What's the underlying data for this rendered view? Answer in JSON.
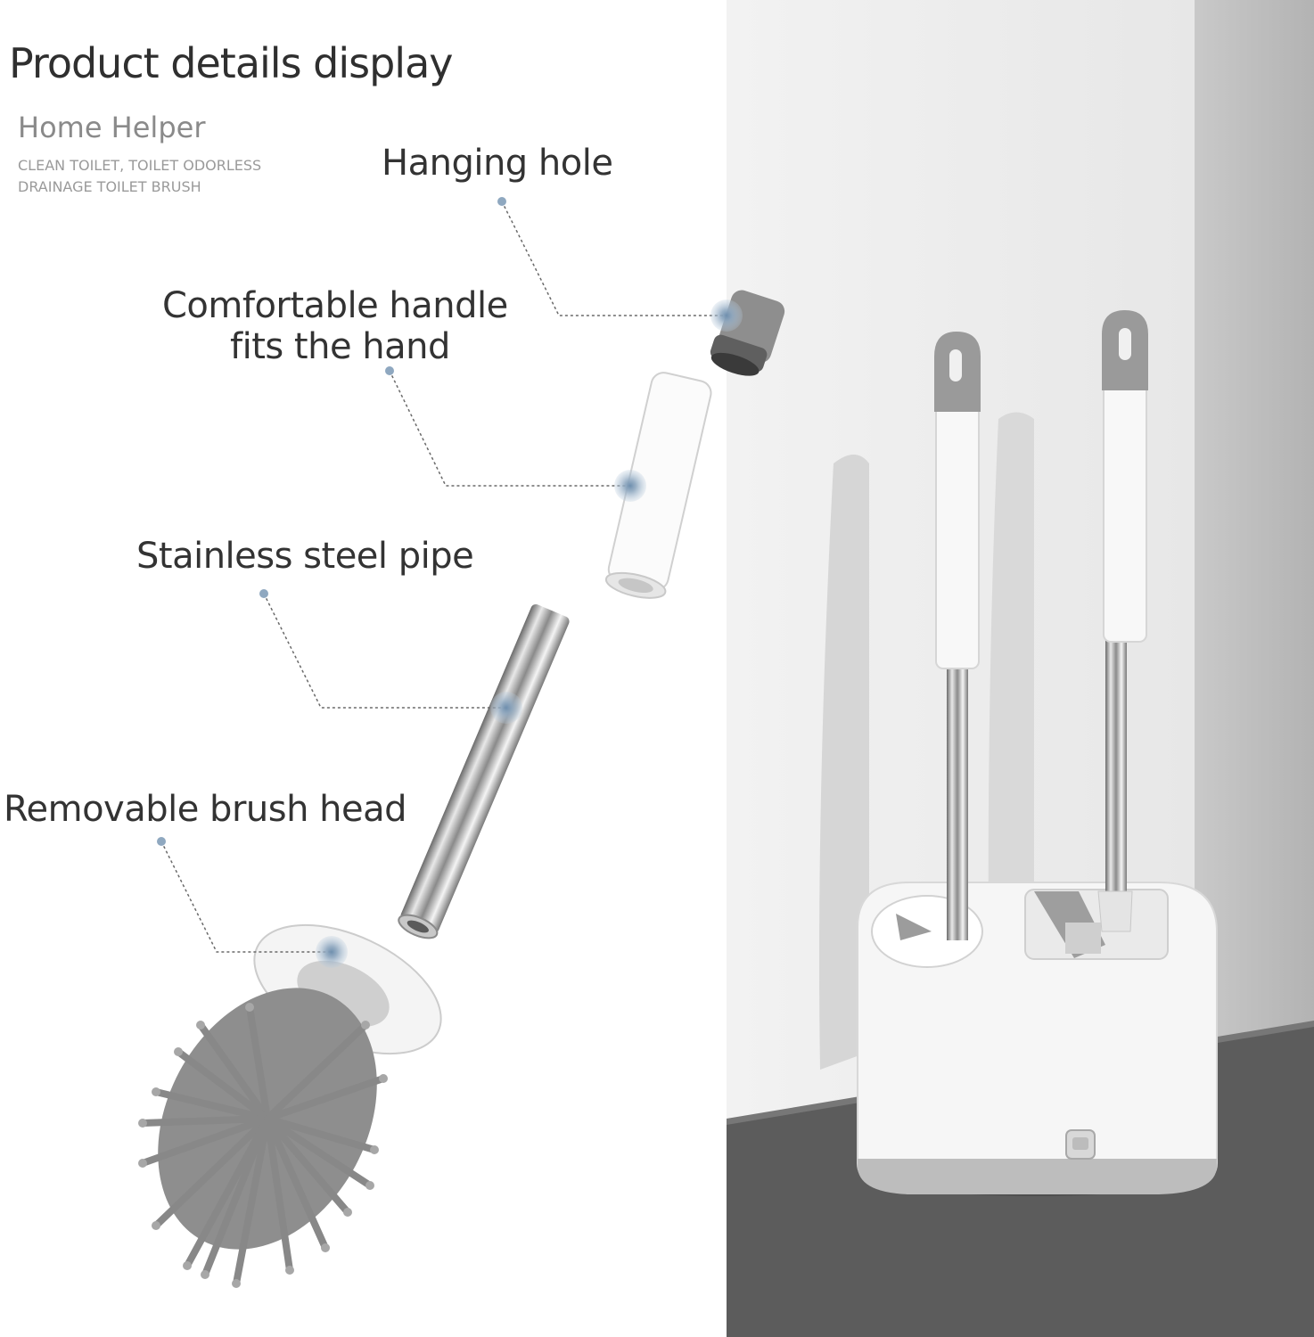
{
  "header": {
    "title": "Product details display",
    "brand": "Home Helper",
    "subtitle_line1": "CLEAN TOILET, TOILET ODORLESS",
    "subtitle_line2": "DRAINAGE TOILET BRUSH"
  },
  "callouts": {
    "hanging_hole": "Hanging hole",
    "handle_line1": "Comfortable handle",
    "handle_line2": "fits the hand",
    "pipe": "Stainless steel pipe",
    "brush_head": "Removable brush head"
  },
  "colors": {
    "text_dark": "#333333",
    "text_muted": "#8a8a8a",
    "marker_blue": "#8fa8c0",
    "brush_gray": "#8e8e8e",
    "wall_light": "#eeeeee",
    "floor_dark": "#5c5c5c"
  }
}
